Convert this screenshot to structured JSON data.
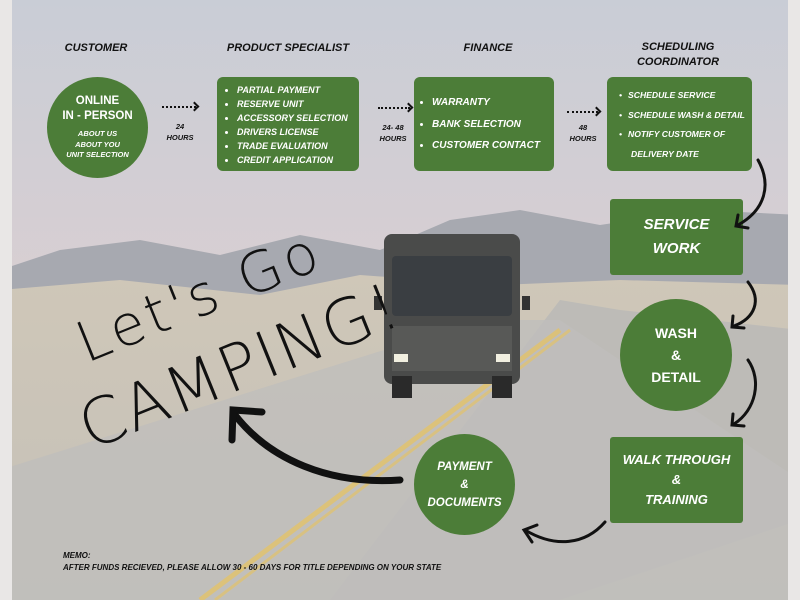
{
  "columns": {
    "customer": "CUSTOMER",
    "product_specialist": "PRODUCT SPECIALIST",
    "finance": "FINANCE",
    "scheduling": [
      "SCHEDULING",
      "COORDINATOR"
    ]
  },
  "customer_circle": {
    "line1": "ONLINE",
    "line2": "IN - PERSON",
    "items": [
      "ABOUT US",
      "ABOUT YOU",
      "UNIT SELECTION"
    ]
  },
  "durations": [
    [
      "24",
      "HOURS"
    ],
    [
      "24- 48",
      "HOURS"
    ],
    [
      "48",
      "HOURS"
    ]
  ],
  "product_specialist_items": [
    "PARTIAL PAYMENT",
    "RESERVE UNIT",
    "ACCESSORY SELECTION",
    "DRIVERS LICENSE",
    "TRADE EVALUATION",
    "CREDIT APPLICATION"
  ],
  "finance_items": [
    "WARRANTY",
    "BANK SELECTION",
    "CUSTOMER CONTACT"
  ],
  "scheduling_items": [
    "SCHEDULE  SERVICE",
    "SCHEDULE WASH & DETAIL",
    "NOTIFY CUSTOMER OF",
    "DELIVERY DATE"
  ],
  "steps": {
    "service": [
      "SERVICE",
      "WORK"
    ],
    "wash": [
      "WASH",
      "&",
      "DETAIL"
    ],
    "walk": [
      "WALK THROUGH",
      "&",
      "TRAINING"
    ],
    "payment": [
      "PAYMENT",
      "&",
      "DOCUMENTS"
    ]
  },
  "slogan": [
    "Let's Go",
    "CAMPING!"
  ],
  "memo": {
    "title": "MEMO:",
    "text": "AFTER FUNDS RECIEVED, PLEASE ALLOW  30 - 60 DAYS FOR TITLE DEPENDING ON YOUR STATE"
  },
  "colors": {
    "green": "#4c7d38"
  }
}
